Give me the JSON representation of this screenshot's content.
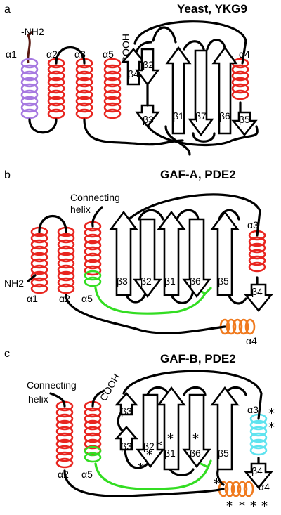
{
  "colors": {
    "red": "#e8251f",
    "purple": "#a678e0",
    "green": "#33dd22",
    "orange": "#f07a1e",
    "cyan": "#5fe3ef",
    "dark_red": "#5a1a12"
  },
  "panels": [
    {
      "letter": "a",
      "title": "Yeast, YKG9",
      "nh2": "-NH2",
      "cooh": "COOH",
      "helices": [
        "α1",
        "α2",
        "α3",
        "α5",
        "α4"
      ],
      "strands": [
        "β4",
        "β2",
        "β3",
        "β1",
        "β7",
        "β6",
        "β5"
      ]
    },
    {
      "letter": "b",
      "title": "GAF-A, PDE2",
      "connecting_helix": [
        "Connecting",
        "helix"
      ],
      "nh2": "NH2",
      "helices": [
        "α1",
        "α2",
        "α5",
        "α3",
        "α4"
      ],
      "strands": [
        "β3",
        "β2",
        "β1",
        "β6",
        "β5",
        "β4"
      ]
    },
    {
      "letter": "c",
      "title": "GAF-B, PDE2",
      "connecting_helix": [
        "Connecting",
        "helix"
      ],
      "cooh": "COOH",
      "helices": [
        "α2",
        "α5",
        "α3",
        "α4"
      ],
      "strands": [
        "β3'",
        "β3",
        "β2",
        "β1",
        "β6",
        "β5",
        "β4"
      ],
      "star": "*"
    }
  ]
}
